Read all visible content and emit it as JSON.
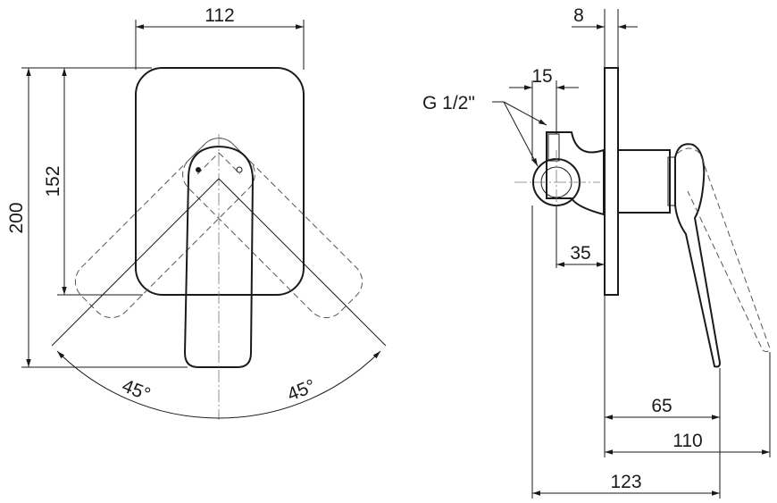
{
  "front_view": {
    "width_label": "112",
    "height_outer_label": "200",
    "height_inner_label": "152",
    "angle_left_label": "45°",
    "angle_right_label": "45°"
  },
  "side_view": {
    "plate_thickness_label": "8",
    "inlet_offset_label": "15",
    "thread_label": "G 1/2\"",
    "body_depth_label": "35",
    "handle_depth_label": "65",
    "depth_mid_label": "110",
    "total_depth_label": "123"
  }
}
